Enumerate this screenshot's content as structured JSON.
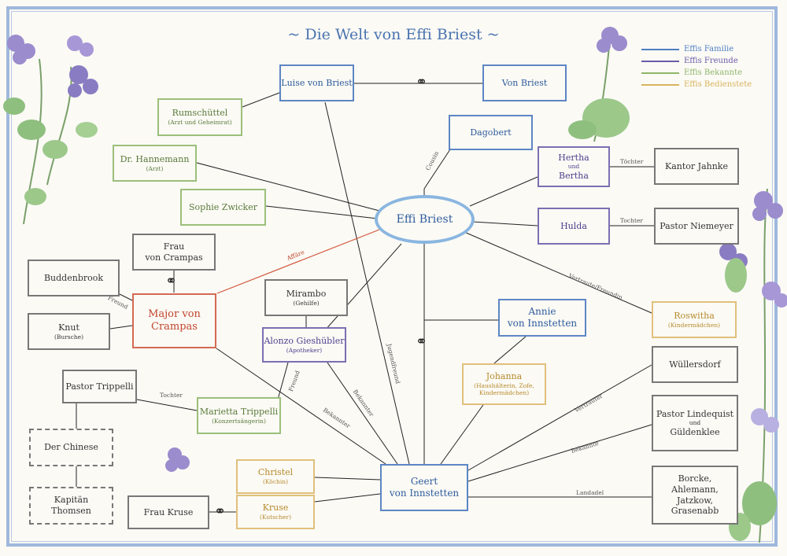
{
  "title": "~ Die Welt von Effi Briest ~",
  "legend": [
    {
      "label": "Effis Familie",
      "color": "#4f7fc2"
    },
    {
      "label": "Effis Freunde",
      "color": "#6a5aa8"
    },
    {
      "label": "Effis Bekannte",
      "color": "#8fb66a"
    },
    {
      "label": "Effis Bedienstete",
      "color": "#d8b45e"
    }
  ],
  "nodes": {
    "effi": "Effi Briest",
    "luise": "Luise von Briest",
    "vonbriest": "Von Briest",
    "dagobert": "Dagobert",
    "rumschuettel": "Rumschüttel",
    "rumschuettel_sub": "(Arzt und Geheimrat)",
    "hannemann": "Dr. Hannemann",
    "hannemann_sub": "(Arzt)",
    "sophie": "Sophie Zwicker",
    "hertha_1": "Hertha",
    "hertha_2": "und",
    "hertha_3": "Bertha",
    "jahnke": "Kantor Jahnke",
    "hulda": "Hulda",
    "niemeyer": "Pastor Niemeyer",
    "frau_crampas_1": "Frau",
    "frau_crampas_2": "von Crampas",
    "crampas_1": "Major von",
    "crampas_2": "Crampas",
    "buddenbrook": "Buddenbrook",
    "knut": "Knut",
    "knut_sub": "(Bursche)",
    "mirambo": "Mirambo",
    "mirambo_sub": "(Gehilfe)",
    "gieshuebler": "Alonzo Gieshübler",
    "gieshuebler_sub": "(Apotheker)",
    "annie_1": "Annie",
    "annie_2": "von Innstetten",
    "roswitha": "Roswitha",
    "roswitha_sub": "(Kindermädchen)",
    "johanna": "Johanna",
    "johanna_sub_1": "(Haushälterin, Zofe,",
    "johanna_sub_2": "Kindermädchen)",
    "wuellersdorf": "Wüllersdorf",
    "lindequist_1": "Pastor Lindequist",
    "lindequist_2": "und",
    "lindequist_3": "Güldenklee",
    "trippelli_pastor": "Pastor Trippelli",
    "marietta": "Marietta Trippelli",
    "marietta_sub": "(Konzertsängerin)",
    "chinese": "Der Chinese",
    "kapitaen_1": "Kapitän",
    "kapitaen_2": "Thomsen",
    "christel": "Christel",
    "christel_sub": "(Köchin)",
    "kruse": "Kruse",
    "kruse_sub": "(Kutscher)",
    "frau_kruse": "Frau Kruse",
    "geert_1": "Geert",
    "geert_2": "von Innstetten",
    "borcke_1": "Borcke,",
    "borcke_2": "Ahlemann,",
    "borcke_3": "Jatzkow,",
    "borcke_4": "Grasenabb"
  },
  "edge_labels": {
    "cousin": "Cousin",
    "affaere": "Affäre",
    "freund_knut": "Freund",
    "tochter_hertha": "Töchter",
    "tochter_hulda": "Tochter",
    "tochter_marietta": "Tochter",
    "vertraute": "Vertraute/Freundin",
    "jugendfreund": "Jugendfreund",
    "freund_marietta": "Freund",
    "bekannter_gies": "Bekannter",
    "bekannter_crampas": "Bekannter",
    "vertrauter": "Vertrauter",
    "bekannte": "Bekannte",
    "landadel": "Landadel"
  },
  "ring_symbol": "⚭"
}
